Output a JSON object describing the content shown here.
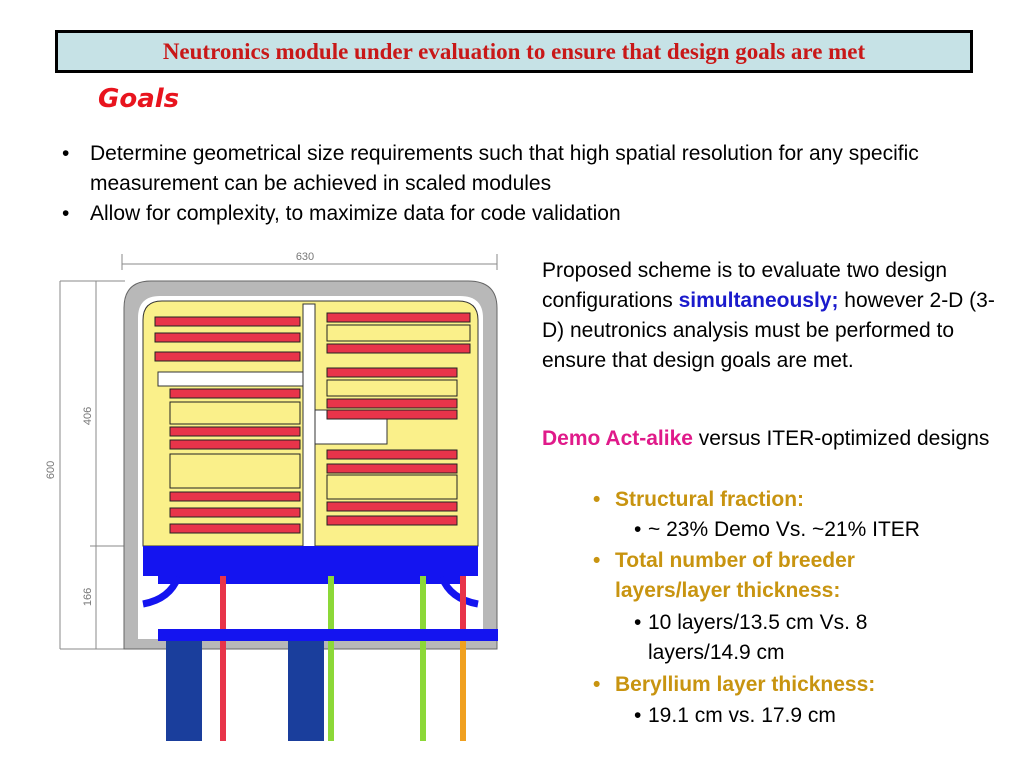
{
  "slide": {
    "title": "Neutronics module under evaluation to ensure that design goals are met",
    "goals_heading": "Goals",
    "goals": [
      "Determine geometrical size requirements such that high spatial resolution for any specific measurement can be achieved in scaled modules",
      "Allow for complexity, to maximize data for code validation"
    ],
    "proposal": {
      "part1": "Proposed scheme is to evaluate two design configurations ",
      "emphasis": "simultaneously;",
      "part2": " however 2-D (3-D) neutronics analysis must be performed to ensure that design goals are met."
    },
    "comparison": {
      "highlight": "Demo Act-alike",
      "rest": " versus ITER-optimized designs"
    },
    "criteria": [
      {
        "label": "Structural fraction:",
        "details": [
          "~ 23% Demo Vs. ~21% ITER"
        ]
      },
      {
        "label": "Total number of breeder layers/layer thickness:",
        "details": [
          "10 layers/13.5 cm Vs. 8 layers/14.9 cm"
        ]
      },
      {
        "label": "Beryllium layer thickness:",
        "details": [
          "19.1 cm vs. 17.9 cm"
        ]
      }
    ]
  },
  "figure": {
    "dimensions": {
      "width": "630",
      "height": "600",
      "upper": "406",
      "lower": "166"
    }
  },
  "colors": {
    "title_text": "#c81818",
    "title_bg": "#c6e2e6",
    "goals_heading": "#e8141e",
    "emphasis": "#1a1acc",
    "highlight": "#e01a8a",
    "criteria_label": "#c89410",
    "breeder_yellow": "#faf08a",
    "beryllium_red": "#e8344a",
    "manifold_blue": "#1414f0",
    "shell_grey": "#b8b8b8",
    "pipe_green": "#8cd838",
    "pipe_orange": "#f0a020",
    "pipe_navy": "#1a3e9c"
  }
}
